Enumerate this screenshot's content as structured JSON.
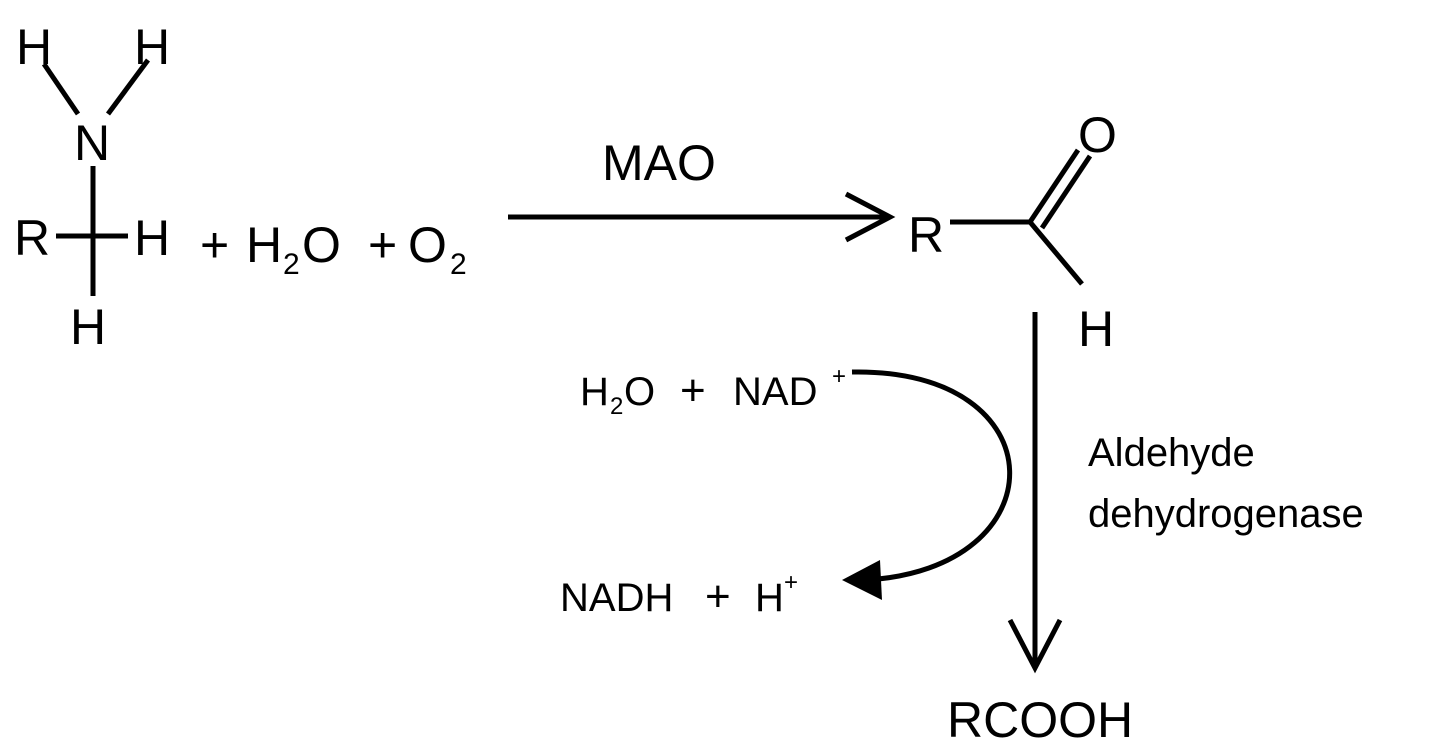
{
  "reaction": {
    "amine": {
      "atoms": {
        "h_top_left": "H",
        "h_top_right": "H",
        "n": "N",
        "r": "R",
        "h_right": "H",
        "h_bottom": "H"
      }
    },
    "reagents": {
      "plus_1": "+",
      "water_h": "H",
      "water_sub": "2",
      "water_o": "O",
      "plus_2": "+",
      "oxygen_o": "O",
      "oxygen_sub": "2"
    },
    "step1_enzyme": "MAO",
    "aldehyde": {
      "r": "R",
      "o": "O",
      "h": "H"
    },
    "step2": {
      "enzyme_line1": "Aldehyde",
      "enzyme_line2": "dehydrogenase",
      "cofactor_in": {
        "h": "H",
        "sub": "2",
        "o": "O",
        "plus": "+",
        "nad": "NAD",
        "charge": "+"
      },
      "cofactor_out": {
        "nadh": "NADH",
        "plus": "+",
        "h": "H",
        "charge": "+"
      }
    },
    "product": "RCOOH"
  }
}
